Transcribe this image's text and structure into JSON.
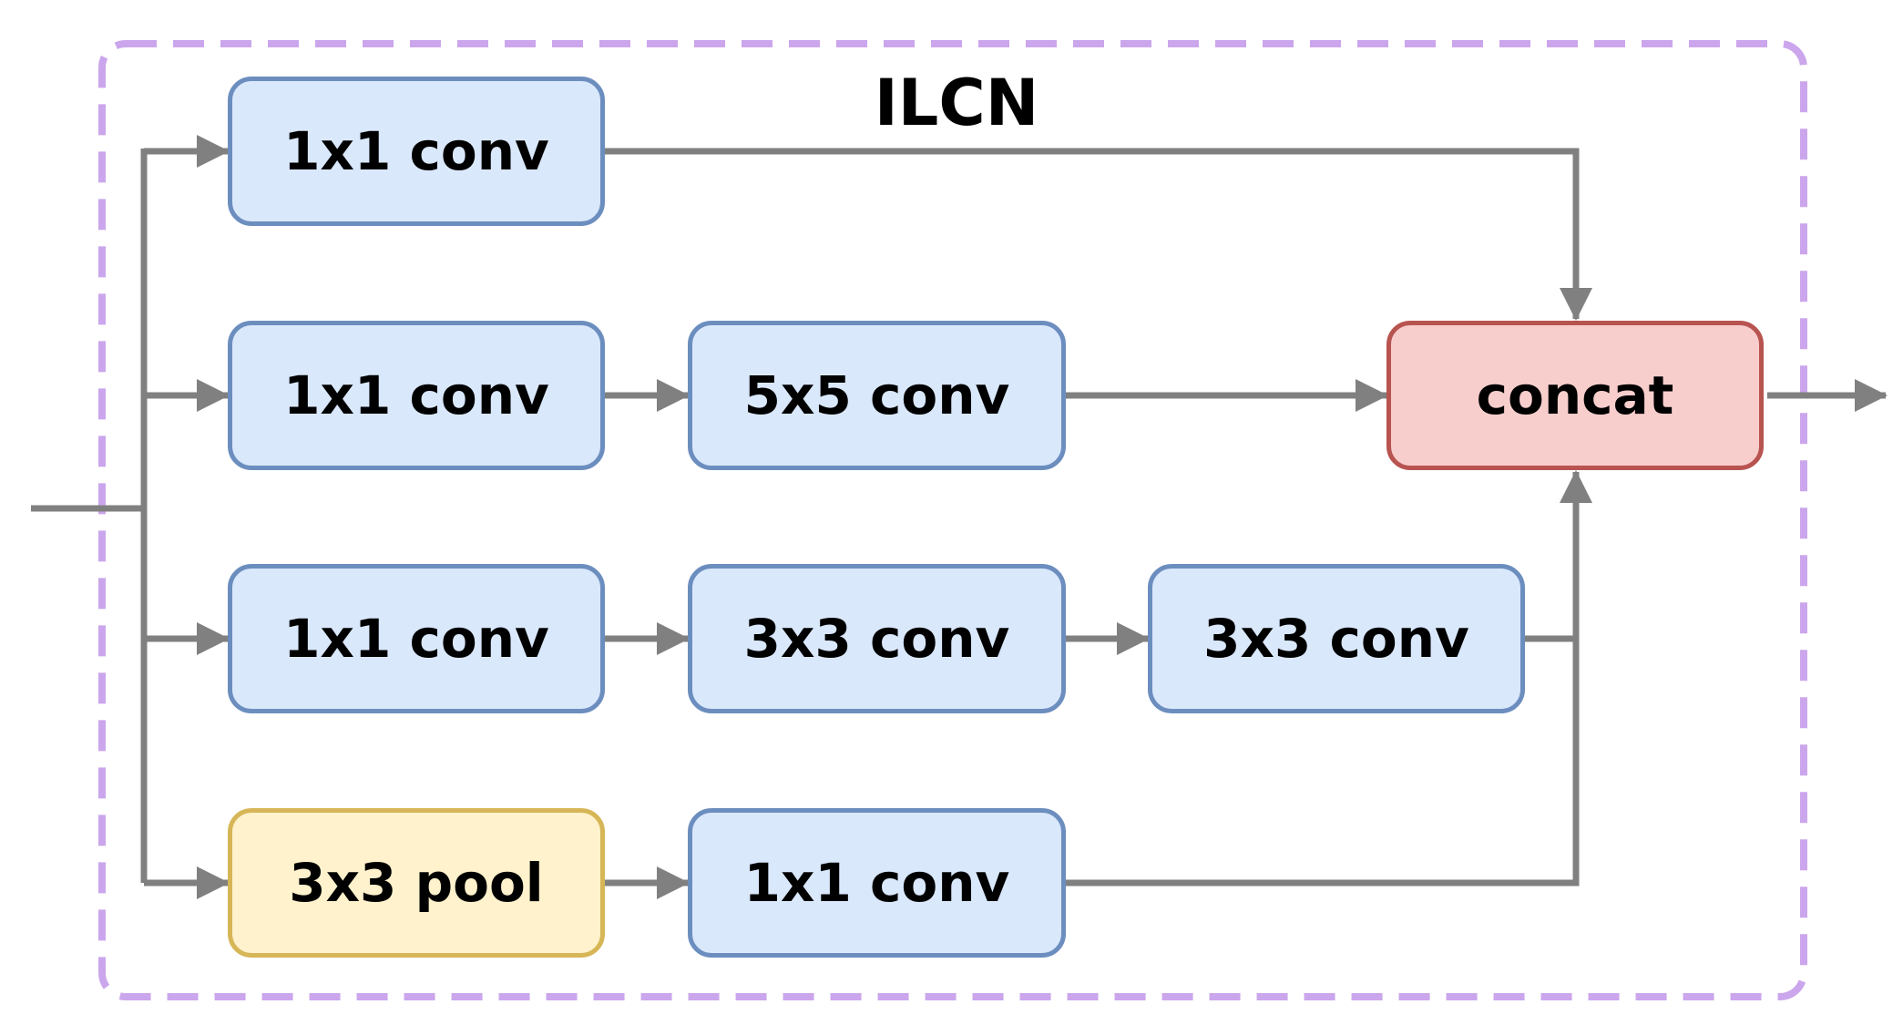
{
  "title": "ILCN",
  "colors": {
    "conv_fill": "#dae8fc",
    "conv_border": "#6c8ebf",
    "pool_fill": "#fff2cc",
    "pool_border": "#d6b656",
    "concat_fill": "#f8cecc",
    "concat_border": "#b85450",
    "connector": "#808080",
    "module_border": "#cba6ec"
  },
  "branches": [
    {
      "nodes": [
        {
          "label": "1x1 conv"
        }
      ]
    },
    {
      "nodes": [
        {
          "label": "1x1 conv"
        },
        {
          "label": "5x5 conv"
        }
      ]
    },
    {
      "nodes": [
        {
          "label": "1x1 conv"
        },
        {
          "label": "3x3 conv"
        },
        {
          "label": "3x3 conv"
        }
      ]
    },
    {
      "nodes": [
        {
          "label": "3x3 pool"
        },
        {
          "label": "1x1 conv"
        }
      ]
    }
  ],
  "merge": {
    "label": "concat"
  }
}
